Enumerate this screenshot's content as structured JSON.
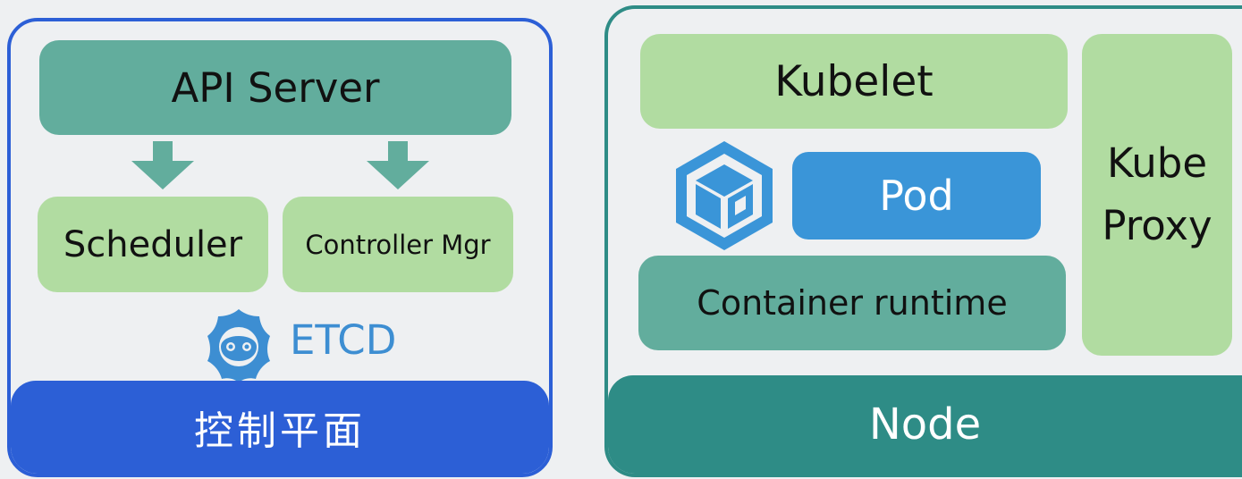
{
  "control_plane": {
    "api_server": "API Server",
    "scheduler": "Scheduler",
    "controller_mgr": "Controller Mgr",
    "etcd": "ETCD",
    "footer": "控制平面"
  },
  "node": {
    "kubelet": "Kubelet",
    "pod": "Pod",
    "container_runtime": "Container runtime",
    "kube_proxy": [
      "Kube",
      "Proxy"
    ],
    "footer": "Node"
  },
  "colors": {
    "control_plane_blue": "#2c5fd6",
    "node_teal": "#2e8c86",
    "light_green": "#b1dca1",
    "teal_box": "#62ad9d",
    "pod_blue": "#3a95d8",
    "etcd_blue": "#3d8ed2"
  },
  "icons": [
    "down-arrow-icon",
    "etcd-logo-icon",
    "cube-logo-icon"
  ]
}
